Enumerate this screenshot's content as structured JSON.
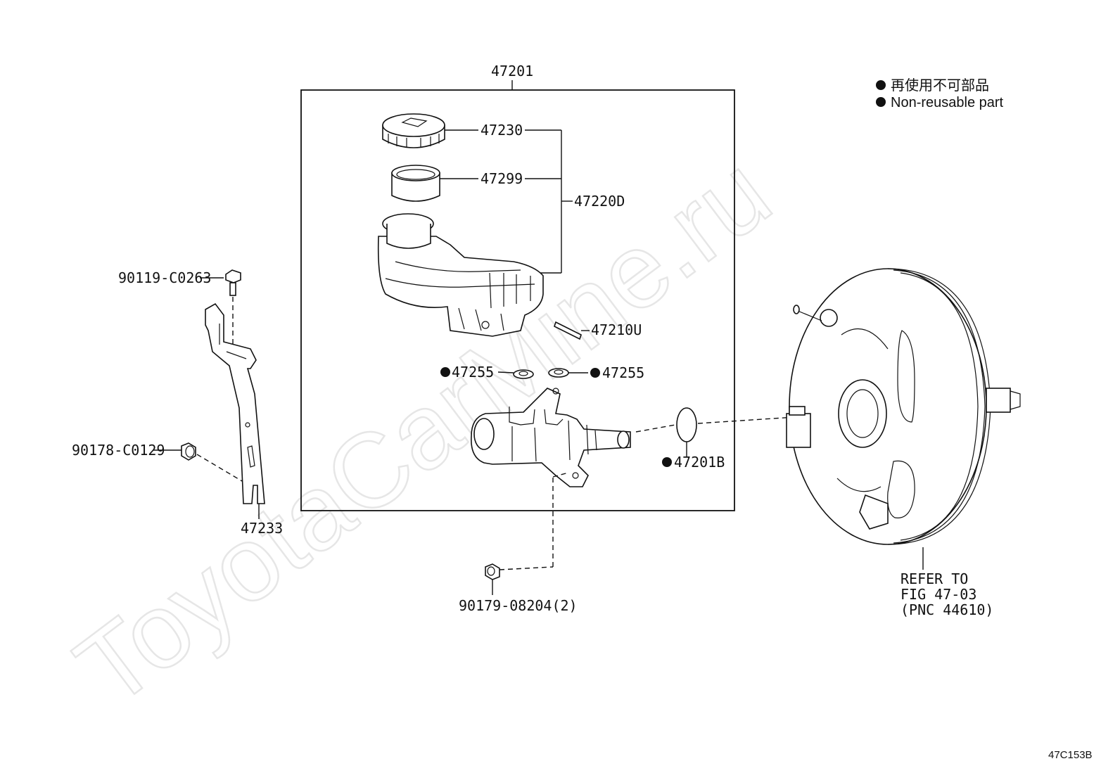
{
  "legend": {
    "marker": "●",
    "line_ja": "再使用不可部品",
    "line_en": "Non-reusable part"
  },
  "figure_code": "47C153B",
  "watermark": "ToyotaCarMine.ru",
  "parts": {
    "assembly": "47201",
    "cap": "47230",
    "strainer": "47299",
    "reservoir_set": "47220D",
    "pin": "47210U",
    "grommet_left": "47255",
    "grommet_right": "47255",
    "gasket": "47201B",
    "bolt_top": "90119-C0263",
    "nut_left": "90178-C0129",
    "bracket": "47233",
    "nut_bottom": "90179-08204(2)"
  },
  "refer": {
    "line1": "REFER TO",
    "line2": "FIG 47-03",
    "line3": "(PNC 44610)"
  }
}
